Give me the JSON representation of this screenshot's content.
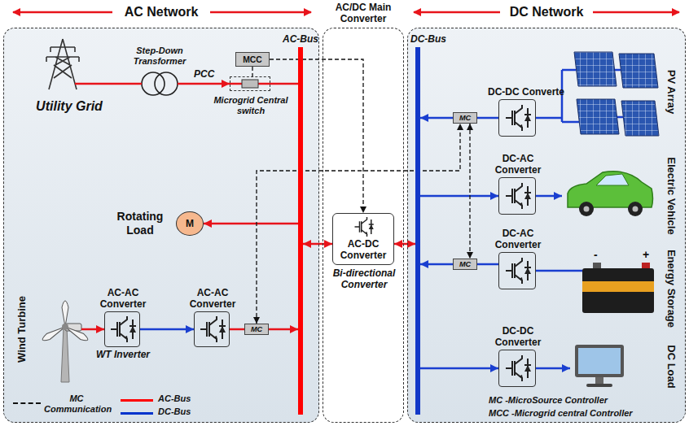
{
  "diagram": {
    "nodes": [
      {
        "text": [
          "AC Network"
        ]
      },
      {
        "text": [
          "AC/DC Main Converter"
        ]
      },
      {
        "text": [
          "DC Network"
        ]
      },
      {
        "text": [
          "Utility Grid"
        ],
        "in": 0
      },
      {
        "text": [
          "Step-Down Transformer"
        ],
        "in": 0
      },
      {
        "text": [
          "MCC"
        ],
        "in": 0
      },
      {
        "text": [
          "Microgrid Central switch"
        ],
        "in": 0
      },
      {
        "text": [
          "M",
          "Rotating Load"
        ],
        "in": 0
      },
      {
        "text": [
          "Wind Turbine"
        ],
        "in": 0
      },
      {
        "text": [
          "AC-AC Converter",
          "WT Inverter"
        ],
        "in": 0
      },
      {
        "text": [
          "AC-AC Converter"
        ],
        "in": 0
      },
      {
        "text": [
          "MC"
        ],
        "in": 0
      },
      {
        "text": [
          "AC-Bus"
        ],
        "in": 0
      },
      {
        "text": [
          "AC-DC Converter",
          "Bi-directional Converter"
        ],
        "in": 1
      },
      {
        "text": [
          "DC-Bus"
        ],
        "in": 2
      },
      {
        "text": [
          "MC"
        ],
        "in": 2
      },
      {
        "text": [
          "DC-DC Converte"
        ],
        "in": 2
      },
      {
        "text": [
          "PV Array"
        ],
        "in": 2
      },
      {
        "text": [
          "DC-AC Converter"
        ],
        "in": 2
      },
      {
        "text": [
          "Electric Vehicle"
        ],
        "in": 2
      },
      {
        "text": [
          "MC"
        ],
        "in": 2
      },
      {
        "text": [
          "DC-AC Converter"
        ],
        "in": 2
      },
      {
        "text": [
          "Energy Storage"
        ],
        "in": 2
      },
      {
        "text": [
          "DC-DC Converter"
        ],
        "in": 2
      },
      {
        "text": [
          "DC Load"
        ],
        "in": 2
      }
    ],
    "edges": [
      {
        "from": 3,
        "to": 4,
        "arrow": "none"
      },
      {
        "from": 4,
        "to": 6,
        "arrow": "to"
      },
      {
        "from": 5,
        "to": 6,
        "arrow": "none"
      },
      {
        "from": 6,
        "to": 12,
        "arrow": "none"
      },
      {
        "from": 5,
        "to": 13,
        "arrow": "to"
      },
      {
        "from": 12,
        "to": 7,
        "arrow": "to"
      },
      {
        "from": 8,
        "to": 9,
        "arrow": "to"
      },
      {
        "from": 9,
        "to": 10,
        "arrow": "to"
      },
      {
        "from": 10,
        "to": 11,
        "arrow": "none"
      },
      {
        "from": 11,
        "to": 12,
        "arrow": "to"
      },
      {
        "from": 12,
        "to": 13,
        "arrow": "both"
      },
      {
        "from": 13,
        "to": 14,
        "arrow": "both"
      },
      {
        "from": 11,
        "to": 15,
        "arrow": "both"
      },
      {
        "from": 15,
        "to": 14,
        "arrow": "to"
      },
      {
        "from": 16,
        "to": 15,
        "arrow": "none"
      },
      {
        "from": 17,
        "to": 16,
        "arrow": "none"
      },
      {
        "from": 14,
        "to": 18,
        "arrow": "to"
      },
      {
        "from": 18,
        "to": 19,
        "arrow": "to"
      },
      {
        "from": 15,
        "to": 20,
        "arrow": "both"
      },
      {
        "from": 20,
        "to": 14,
        "arrow": "to"
      },
      {
        "from": 21,
        "to": 20,
        "arrow": "none"
      },
      {
        "from": 21,
        "to": 22,
        "arrow": "none"
      },
      {
        "from": 14,
        "to": 23,
        "arrow": "to"
      },
      {
        "from": 23,
        "to": 24,
        "arrow": "to"
      }
    ],
    "labels": [
      "PCC",
      "-",
      "+",
      "MC -MicroSource Controller",
      "MCC -Microgrid central Controller"
    ],
    "legend": [
      {
        "text": "MC Communication"
      },
      {
        "text": "AC-Bus",
        "color": "#ff0000"
      },
      {
        "text": "DC-Bus",
        "color": "#0033cc"
      }
    ]
  }
}
